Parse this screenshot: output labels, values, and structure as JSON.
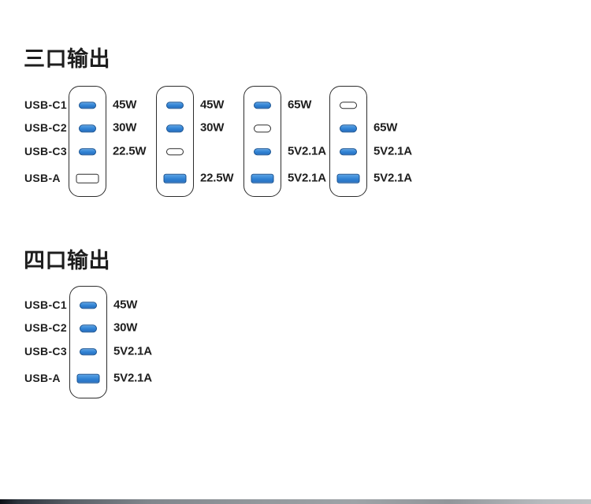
{
  "colors": {
    "port_active_fill": "#2f81d3",
    "port_active_border": "#1a5391",
    "port_inactive_fill": "#ffffff",
    "outline_dark": "#2d2d2d",
    "text_dark": "#1e1e1e",
    "background": "#ffffff"
  },
  "three_port": {
    "title": "三口输出",
    "port_labels": [
      "USB-C1",
      "USB-C2",
      "USB-C3",
      "USB-A"
    ],
    "chargers": [
      {
        "ports": [
          {
            "type": "usb-c",
            "state": "active",
            "value": "45W"
          },
          {
            "type": "usb-c",
            "state": "active",
            "value": "30W"
          },
          {
            "type": "usb-c",
            "state": "active",
            "value": "22.5W"
          },
          {
            "type": "usb-a",
            "state": "inactive",
            "value": ""
          }
        ]
      },
      {
        "ports": [
          {
            "type": "usb-c",
            "state": "active",
            "value": "45W"
          },
          {
            "type": "usb-c",
            "state": "active",
            "value": "30W"
          },
          {
            "type": "usb-c",
            "state": "inactive",
            "value": ""
          },
          {
            "type": "usb-a",
            "state": "active",
            "value": "22.5W"
          }
        ]
      },
      {
        "ports": [
          {
            "type": "usb-c",
            "state": "active",
            "value": "65W"
          },
          {
            "type": "usb-c",
            "state": "inactive",
            "value": ""
          },
          {
            "type": "usb-c",
            "state": "active",
            "value": "5V2.1A"
          },
          {
            "type": "usb-a",
            "state": "active",
            "value": "5V2.1A"
          }
        ]
      },
      {
        "ports": [
          {
            "type": "usb-c",
            "state": "inactive",
            "value": ""
          },
          {
            "type": "usb-c",
            "state": "active",
            "value": "65W"
          },
          {
            "type": "usb-c",
            "state": "active",
            "value": "5V2.1A"
          },
          {
            "type": "usb-a",
            "state": "active",
            "value": "5V2.1A"
          }
        ]
      }
    ]
  },
  "four_port": {
    "title": "四口输出",
    "port_labels": [
      "USB-C1",
      "USB-C2",
      "USB-C3",
      "USB-A"
    ],
    "chargers": [
      {
        "ports": [
          {
            "type": "usb-c",
            "state": "active",
            "value": "45W"
          },
          {
            "type": "usb-c",
            "state": "active",
            "value": "30W"
          },
          {
            "type": "usb-c",
            "state": "active",
            "value": "5V2.1A"
          },
          {
            "type": "usb-a",
            "state": "active",
            "value": "5V2.1A"
          }
        ]
      }
    ]
  }
}
